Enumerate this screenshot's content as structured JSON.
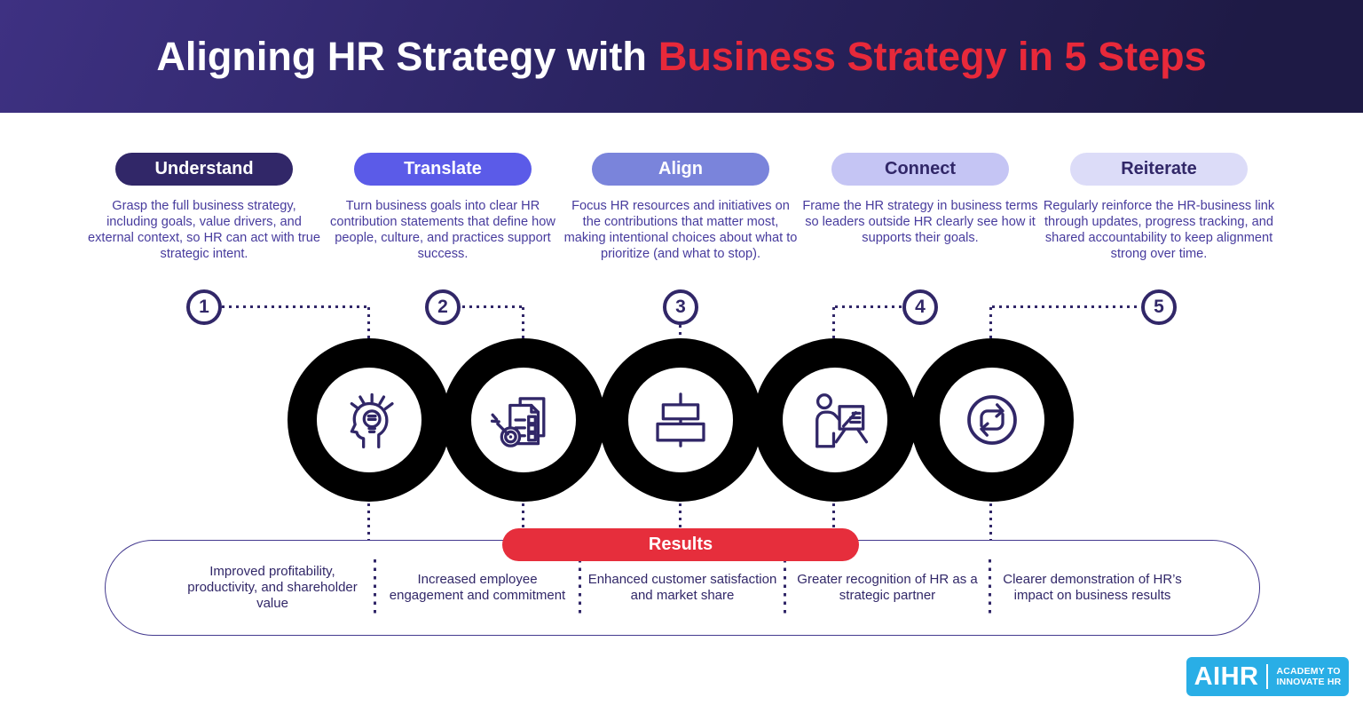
{
  "header": {
    "title_part1": "Aligning HR Strategy with",
    "title_part2": "Business Strategy in 5 Steps",
    "title_part2_color": "#e8293a",
    "background_colors": [
      "#3e3182",
      "#1e1a45"
    ]
  },
  "steps": [
    {
      "number": "1",
      "label": "Understand",
      "description": "Grasp the full business strategy, including goals, value drivers, and external context, so HR can act with true strategic intent.",
      "color": "#312768",
      "icon": "head-lightbulb-icon"
    },
    {
      "number": "2",
      "label": "Translate",
      "description": "Turn business goals into clear HR contribution statements that define how people, culture, and practices support success.",
      "color": "#5b5be8",
      "icon": "document-target-icon"
    },
    {
      "number": "3",
      "label": "Align",
      "description": "Focus HR resources and initiatives on the contributions that matter most, making intentional choices about what to prioritize (and what to stop).",
      "color": "#7a84db",
      "icon": "align-boxes-icon"
    },
    {
      "number": "4",
      "label": "Connect",
      "description": "Frame the HR strategy in business terms so leaders outside HR clearly see how it supports their goals.",
      "color": "#c5c5f4",
      "icon": "presenter-board-icon"
    },
    {
      "number": "5",
      "label": "Reiterate",
      "description": "Regularly reinforce the HR-business link through updates, progress tracking, and shared accountability to keep alignment strong over time.",
      "color": "#dcdcf8",
      "icon": "repeat-loop-icon"
    }
  ],
  "results": {
    "label": "Results",
    "color": "#e62e3c",
    "items": [
      "Improved profitability, productivity, and shareholder value",
      "Increased employee engagement and commitment",
      "Enhanced customer satisfaction and market share",
      "Greater recognition of HR as a strategic partner",
      "Clearer demonstration of HR’s impact on business results"
    ]
  },
  "logo": {
    "brand": "AIHR",
    "tagline_line1": "ACADEMY TO",
    "tagline_line2": "INNOVATE HR",
    "color": "#29aee6"
  }
}
